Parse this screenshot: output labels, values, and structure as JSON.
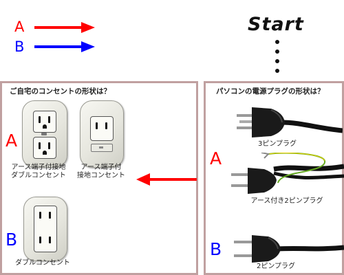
{
  "legend": {
    "a": {
      "letter": "A",
      "color": "#ff0000"
    },
    "b": {
      "letter": "B",
      "color": "#0000ff"
    }
  },
  "start": {
    "label": "Start"
  },
  "left_panel": {
    "title": "ご自宅のコンセントの形状は？",
    "option_a": {
      "letter": "A",
      "outlet1_label": [
        "アース端子付接地",
        "ダブルコンセント"
      ],
      "outlet2_label": [
        "アース端子付",
        "接地コンセント"
      ]
    },
    "option_b": {
      "letter": "B",
      "outlet_label": "ダブルコンセント"
    }
  },
  "right_panel": {
    "title": "パソコンの電源プラグの形状は？",
    "plug1_label": "3ピンプラグ",
    "option_a": {
      "letter": "A",
      "plug_label": "アース付き2ピンプラグ"
    },
    "option_b": {
      "letter": "B",
      "plug_label": "2ピンプラグ"
    }
  },
  "colors": {
    "option_a": "#ff0000",
    "option_b": "#0000ff",
    "panel_border": "#c0a0a0",
    "earth_wire": "#66aa22"
  }
}
